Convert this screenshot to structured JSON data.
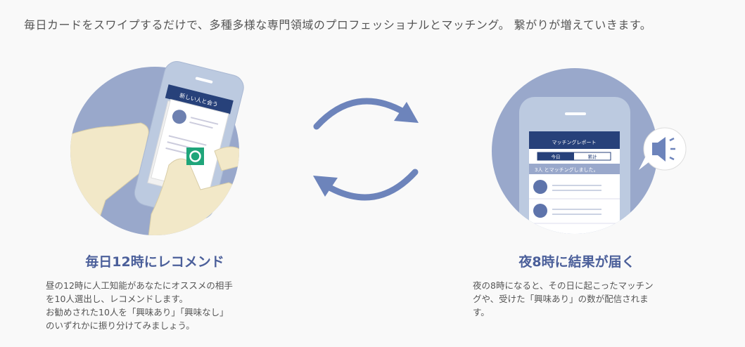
{
  "intro": "毎日カードをスワイプするだけで、多種多様な専門領域のプロフェッショナルとマッチング。 繋がりが増えていきます。",
  "left": {
    "title": "毎日12時にレコメンド",
    "desc": [
      "昼の12時に人工知能があなたにオススメの相手",
      "を10人選出し、レコメンドします。",
      "お勧めされた10人を「興味あり」「興味なし」",
      "のいずれかに振り分けてみましょう。"
    ],
    "phone_header": "新しい人と会う"
  },
  "right": {
    "title": "夜8時に結果が届く",
    "desc": [
      "夜の8時になると、その日に起こったマッチン",
      "グや、受けた「興味あり」の数が配信されま",
      "す。"
    ],
    "phone_header": "マッチングレポート",
    "tab_today": "今日",
    "tab_total": "累計",
    "match_text": "3人 とマッチングしました。"
  },
  "colors": {
    "circle": "#99a8cb",
    "navy": "#27417a",
    "title": "#4b5f9a",
    "green": "#1fa57a",
    "skin": "#f2e8c8"
  }
}
